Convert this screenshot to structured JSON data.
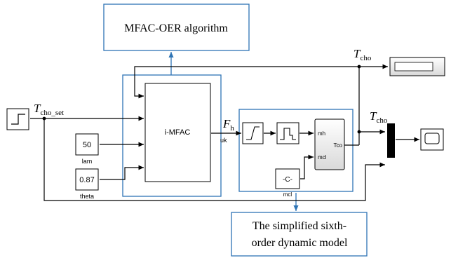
{
  "annotations": {
    "algorithm_box": "MFAC-OER algorithm",
    "model_box_line1": "The simplified sixth-",
    "model_box_line2": "order dynamic model"
  },
  "signals": {
    "t_cho_set": {
      "base": "T",
      "sub": "cho_set"
    },
    "fh": {
      "base": "F",
      "sub": "h"
    },
    "t_cho_top": {
      "base": "T",
      "sub": "cho"
    },
    "t_cho_right": {
      "base": "T",
      "sub": "cho"
    }
  },
  "blocks": {
    "controller_label": "i-MFAC",
    "controller_output_port": "uk",
    "lam_value": "50",
    "lam_label": "lam",
    "theta_value": "0.87",
    "theta_label": "theta",
    "plant_port_mh": "mh",
    "plant_port_mcl": "mcl",
    "plant_port_tco": "Tco",
    "constant_value": "-C-",
    "constant_label": "mcl"
  },
  "colors": {
    "annotation_border": "#2e74b5",
    "wire": "#000000",
    "block_fill": "#ffffff",
    "plant_gradient_top": "#ffffff",
    "plant_gradient_bottom": "#d9d9d9"
  },
  "icons": [
    "step-source-icon",
    "saturation-icon",
    "pulse-icon",
    "display-icon",
    "scope-icon",
    "mux-icon"
  ]
}
